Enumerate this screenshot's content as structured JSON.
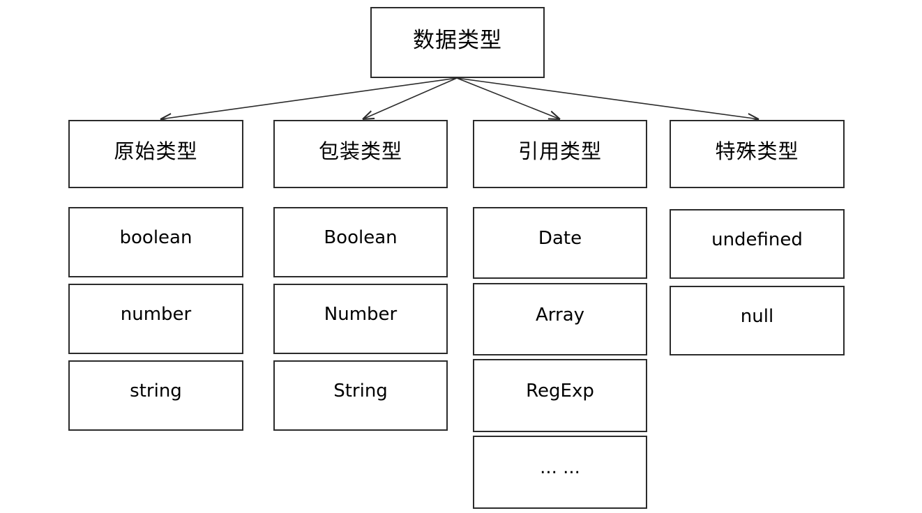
{
  "diagram": {
    "title": "数据类型",
    "type": "tree",
    "root": {
      "label": "数据类型"
    },
    "categories": [
      {
        "label": "原始类型",
        "children": [
          {
            "label": "boolean"
          },
          {
            "label": "number"
          },
          {
            "label": "string"
          }
        ]
      },
      {
        "label": "包装类型",
        "children": [
          {
            "label": "Boolean"
          },
          {
            "label": "Number"
          },
          {
            "label": "String"
          }
        ]
      },
      {
        "label": "引用类型",
        "children": [
          {
            "label": "Date"
          },
          {
            "label": "Array"
          },
          {
            "label": "RegExp"
          },
          {
            "label": "... ..."
          }
        ]
      },
      {
        "label": "特殊类型",
        "children": [
          {
            "label": "undefined"
          },
          {
            "label": "null"
          }
        ]
      }
    ],
    "colors": {
      "background": "#ffffff",
      "box_border": "#2b2b2b",
      "text": "#000000",
      "edge": "#2b2b2b"
    }
  }
}
